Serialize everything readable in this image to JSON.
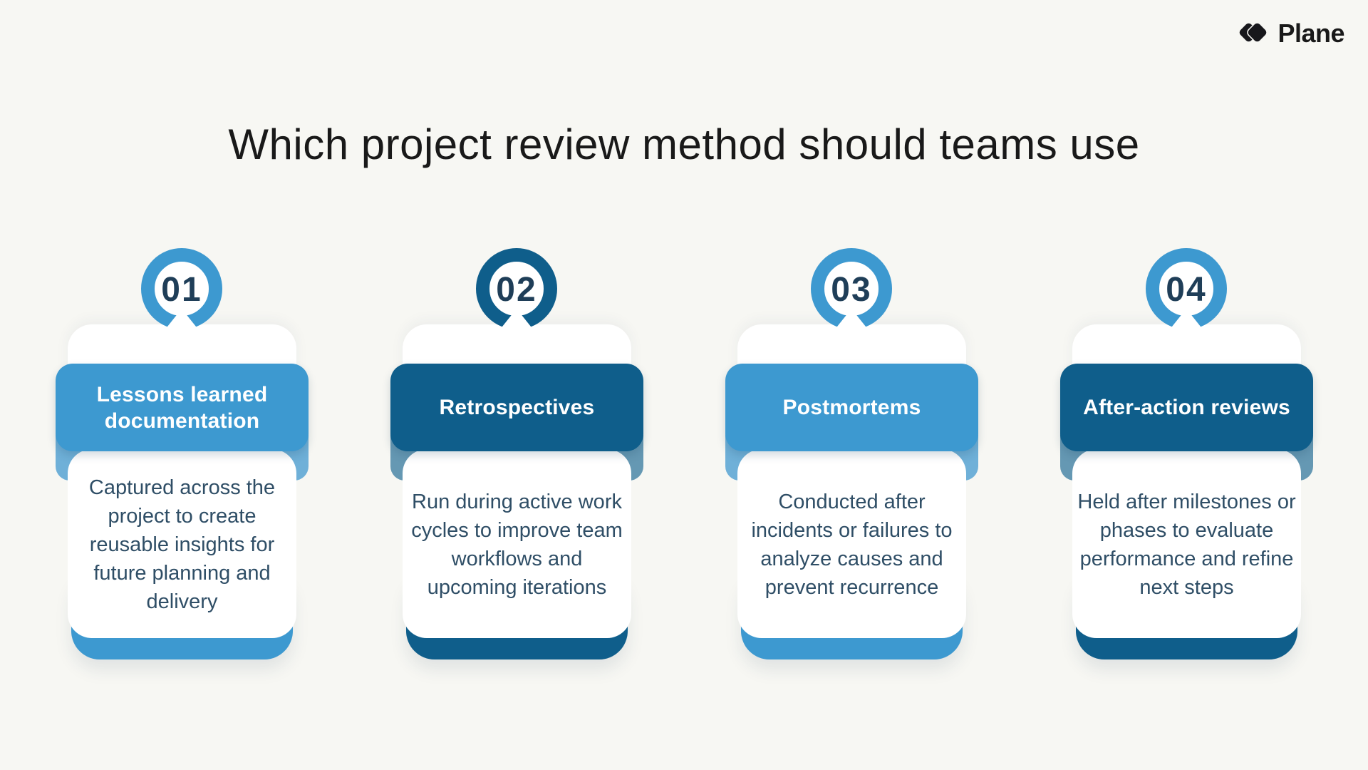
{
  "page": {
    "background": "#f7f7f3",
    "title": "Which project review method should teams use"
  },
  "brand": {
    "name": "Plane",
    "mark_icon": "plane-logo-mark"
  },
  "colors": {
    "accent_light": "#3d99d0",
    "accent_dark": "#0f5e8b",
    "fold_light": "#6fb0d8",
    "fold_dark": "#6598b3",
    "number_text": "#1f3e58",
    "body_text": "#2f4e66",
    "header_text": "#ffffff",
    "title_text": "#191919",
    "card_surface": "#ffffff"
  },
  "cards": [
    {
      "number": "01",
      "title": "Lessons learned documentation",
      "description": "Captured across the project to create reusable insights for future planning and delivery",
      "theme": "light",
      "ring_theme": "light"
    },
    {
      "number": "02",
      "title": "Retrospectives",
      "description": "Run during active work cycles to improve team workflows and upcoming iterations",
      "theme": "dark",
      "ring_theme": "dark"
    },
    {
      "number": "03",
      "title": "Postmortems",
      "description": "Conducted after incidents or failures to analyze causes and prevent recurrence",
      "theme": "light",
      "ring_theme": "light"
    },
    {
      "number": "04",
      "title": "After-action reviews",
      "description": "Held after milestones or phases to evaluate performance and refine next steps",
      "theme": "dark",
      "ring_theme": "light"
    }
  ]
}
